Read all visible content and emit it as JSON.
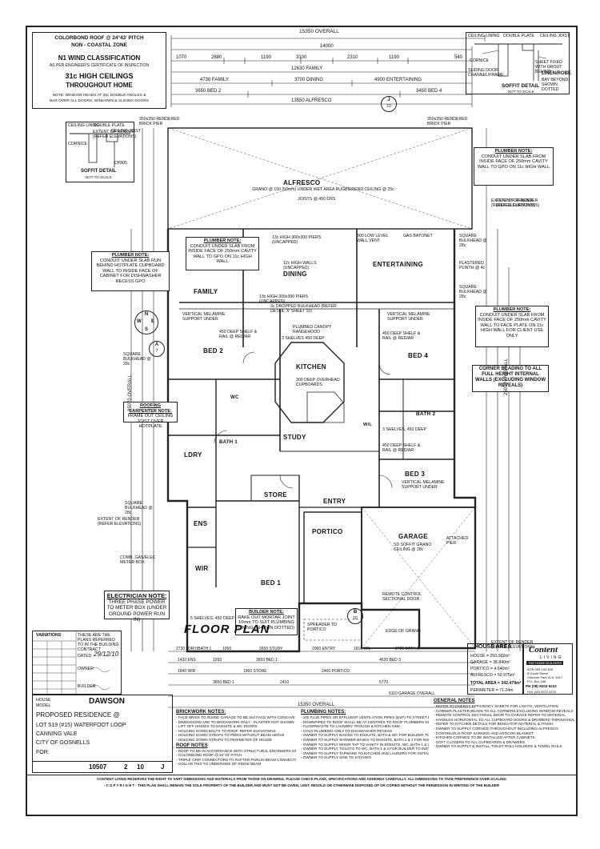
{
  "header": {
    "roof": "COLORBOND ROOF @ 24°43' PITCH",
    "zone": "NON - COASTAL ZONE",
    "wind": "N1 WIND CLASSIFICATION",
    "wind_sub": "AS PER ENGINEER'S CERTIFICATE OF INSPECTION",
    "ceilings": "31c HIGH CEILINGS",
    "ceilings_sub": "THROUGHOUT HOME",
    "note_1": "NOTE: WINDOW HEADS AT 25c DOUBLE ANGLES &",
    "note_2": "BAR OVER ALL DOORS, WINDOWS & SLIDING DOORS"
  },
  "dimensions": {
    "overall_top": "15350 OVERALL",
    "row_1": "14000",
    "row_2": [
      "1070",
      "2880",
      "1190",
      "3100",
      "2310",
      "1190",
      "540"
    ],
    "family": "12630 FAMILY",
    "row_3": [
      "4730 FAMILY",
      "3700 DINING",
      "4900 ENTERTAINING"
    ],
    "row_4": [
      "3650 BED 2",
      "3450 BED 4"
    ],
    "alfresco_dim": "13550 ALFRESCO",
    "overall_bottom": "15350 OVERALL",
    "garage_overall": "6110 GARAGE OVERALL",
    "right_overall": "25070 OVERALL",
    "left_overall": "25070 OVERALL",
    "bottom_row_1": [
      "2730 LDRY/BATH 1",
      "1050",
      "2650 STUDY",
      "2060 ENTRY",
      "1810 WIL",
      "2720 BATH 2"
    ],
    "bottom_row_2": [
      "1430 ENS",
      "1200",
      "3650 BED 1",
      "4620 BED 3"
    ],
    "bottom_row_3": [
      "1940 WIR",
      "1960 STORE",
      "2400 PORTICO"
    ],
    "bottom_row_4": [
      "3650 BED 1",
      "2410",
      "5770"
    ]
  },
  "soffit_right": {
    "labels": [
      "CEILING LINING",
      "DOUBLE PLATE",
      "CEILING JOIST",
      "CORNICE",
      "SHEET FIXED WITH GROUT BEHIND",
      "SLIDING DOOR CHANNEL/FRAME",
      "LINEN/ROBE",
      "BAY BEYOND SHOWN DOTTED"
    ],
    "title": "SOFFIT DETAIL",
    "sub": "NOT TO SCALE"
  },
  "soffit_left": {
    "labels": [
      "CEILING LINING",
      "DOUBLE PLATE",
      "CEILING JOIST",
      "CORNICE",
      "CP805"
    ],
    "title": "SOFFIT DETAIL",
    "sub": "NOT TO SCALE"
  },
  "brick_piers": [
    "350x350 RENDERED BRICK PIER",
    "350x350 RENDERED BRICK PIER"
  ],
  "notes": {
    "plumber_right": {
      "title": "PLUMBER NOTE:",
      "body": "CONDUIT UNDER SLAB FROM INSIDE FACE OF 250mm CAVITY WALL TO GPO ON 11c HIGH WALL"
    },
    "plumber_center": {
      "title": "PLUMBER NOTE:",
      "body": "CONDUIT UNDER SLAB FROM INSIDE FACE OF 250mm CAVITY WALL TO GPO ON 11c HIGH WALL"
    },
    "plumber_left": {
      "title": "PLUMBER NOTE:",
      "body": "CONDUIT UNDER SLAB RUN BEHIND HOTPLATE CUPBOARD WALL TO INSIDE FACE OF CABINET FOR DISHWASHER RECESS GPO"
    },
    "plumber_right_2": {
      "title": "PLUMBER NOTE:",
      "body": "CONDUIT UNDER SLAB FROM INSIDE FACE OF 250mm CAVITY WALL TO FACE PLATE ON 11c HIGH WALL FOR CLIENT USE ONLY"
    },
    "roofing": {
      "title": "ROOFING CARPENTER NOTE:",
      "body": "FRAME OUT CEILING JOIST OVER HOTPLATE"
    },
    "corner": {
      "title": "",
      "body": "CORNER BEADING TO ALL FULL HEIGHT INTERNAL WALLS (EXCLUDING WINDOW REVEALS)"
    },
    "electrician": {
      "title": "ELECTRICIAN NOTE:",
      "body": "THREE PHASE POWER TO METER BOX (UNDER GROUND POWER RUN IN)"
    },
    "builder": {
      "title": "BUILDER NOTE:",
      "body": "RAKE OUT MORTAR JOINT 10mm TO SUIT PLUMBING LINING (SHOWN DOTTED)"
    }
  },
  "alfresco": {
    "name": "ALFRESCO",
    "sub": "GRANO @ 150 (50mm) UNDER WET AREA RUGBIEREND CEILING @ 25c",
    "sub_2": "JOISTS @ 450 CRS"
  },
  "rooms": {
    "family": "FAMILY",
    "dining": "DINING",
    "entertaining": "ENTERTAINING",
    "kitchen": "KITCHEN",
    "bed2": "BED 2",
    "bed4": "BED 4",
    "bed3": "BED 3",
    "bed1": "BED 1",
    "study": "STUDY",
    "store": "STORE",
    "entry": "ENTRY",
    "ldry": "LDRY",
    "ens": "ENS",
    "wir": "WIR",
    "portico": "PORTICO",
    "garage": "GARAGE",
    "bath2": "BATH 2",
    "wil": "W/L"
  },
  "labels": {
    "ceiling_12c": "12c HIGH WALLS (UNCAPPED)",
    "piers_left": "13c HIGH 300x300 PIERS (UNCAPPED)",
    "piers_mid": "13c HIGH 300x300 PIERS (UNCAPPED)",
    "low_level": "300 LOW LEVEL WALL VENT",
    "gas": "GAS BAYONET",
    "bulkhead_1": "SQUARE BULKHEAD @ 28c",
    "bulkhead_2": "SQUARE BULKHEAD @ 28c",
    "bulkhead_3": "SQUARE BULKHEAD @ 28c",
    "bulkhead_4": "SQUARE BULKHEAD @ 28c",
    "plastered": "PLASTERED PLINTH @ 4c",
    "dropped": "3c DROPPED BULKHEAD (REFER DETAIL 'X' SHEET 10)",
    "canopy": "PLUMBED CANOPY RANGEHOOD",
    "shelves": "3 SHELVES 450 DEEP",
    "cupboards": "300 DEEP OVERHEAD CUPBOARDS",
    "melamine_1": "VERTICAL MELAMINE SUPPORT UNDER",
    "melamine_2": "VERTICAL MELAMINE SUPPORT UNDER",
    "melamine_3": "VERTICAL MELAMINE SUPPORT UNDER",
    "shelf_1": "450 DEEP SHELF & RAIL @ RED/AR",
    "shelf_2": "450 DEEP SHELF & RAIL @ RED/AR",
    "shelf_3": "450 DEEP SHELF & RAIL @ RED/AR",
    "garage_roof": "SD SOFFIT GRANO CEILING @ 28c",
    "attached": "ATTACHED PIER",
    "remote": "REMOTE CONTROL SECTIONAL DOOR",
    "edge": "EDGE OF GRANO",
    "spreader": "SPREADER TO PORTICO",
    "meter": "COMB. GAS/ELEC METER BOX",
    "wc": "WC",
    "ceiling_bath": "BATH 1",
    "shelves_3": "3 SHELVES, 450 DEEP",
    "shelves_5": "5 SHELVES, 450 DEEP"
  },
  "external": {
    "left_1": "EXTENT OF RENDER (REFER ELEVATIONS)",
    "left_2": "EXTENT OF RENDER (REFER ELEVATIONS)",
    "right_1": "EXTENT OF RENDER (REFER ELEVATIONS)",
    "right_2": "EXTENT OF RENDER (REFER ELEVATIONS)",
    "top": "EXTENT OF RENDER (REFER ELEVATIONS)"
  },
  "floor_plan": "FLOOR PLAN",
  "variations": {
    "title": "VARIATIONS",
    "note": "THESE ARE THE PLANS REFERRED TO IN THE BUILDING CONTRACT",
    "dated": "DATED",
    "date": "29/12/10",
    "owner": "OWNER",
    "builder": "BUILDER"
  },
  "project": {
    "house": "HOUSE",
    "model": "MODEL",
    "name": "DAWSON",
    "proposed": "PROPOSED RESIDENCE @",
    "lot": "LOT 519 (#15) WATERFOOT LOOP",
    "suburb": "CANNING VALE",
    "city": "CITY OF GOSNELLS",
    "for": "FOR:",
    "job": "10507",
    "sheet": "2",
    "of": "10",
    "rev": "J"
  },
  "house_area": {
    "title": "HOUSE AREA",
    "house": "HOUSE = 250.082m²",
    "garage": "GARAGE = 38.840m²",
    "portico": "PORTICO = 4.640m²",
    "alfresco": "ALFRESCO = 50.975m²",
    "total": "TOTAL AREA = 342.479m²",
    "perimeter": "PERIMETER = 71.24m"
  },
  "company": {
    "logo": "Content",
    "logo_sub": "LIVING",
    "tag": "THE HOME BUILDERS",
    "abn": "ACN 093 243 308",
    "address_1": "8 Gould Street",
    "address_2": "Osborne Park W.A. 6017",
    "address_3": "P.O. Box 168",
    "phone": "PH (08) 9202 5222",
    "fax": "FAX (08) 9202 5233"
  },
  "brickwork": {
    "title": "BRICKWORK NOTES:",
    "items": [
      "- FACE BRICK TO INSIDE GARAGE TO BE 2nd FACE WITH CONCAVE JOINT",
      "- DIMENSIONS ARE TO BRICKWORK ONLY - PLASTER NOT SHOWN",
      "- LIFT OFF HINGES TO ENSUITE & WC DOORS",
      "- HOLDING DOWN BOLTS TO ROOF, REFER ELEVATIONS",
      "- HOLDING DOWN STRAPS TO PIERS WITHOUT BEAM ABOVE",
      "- HOLDING DOWN STRAPS TO PERIMETER OF HOUSE"
    ]
  },
  "roof_notes": {
    "title": "ROOF NOTES",
    "items": [
      "- ROOF TO BE IN ACCORDANCE WITH STRUCTURAL ENGINEERS DETAILS",
      "- COLORBOND ROOF @ 24°43' PITCH",
      "- TRIPLE GRIP CONNECTORS TO RAFTER-PURLIN BEAM CONNECTIONS",
      "- COLLAR TIES TO UNDERSIDE OF RIDGE BEAM"
    ]
  },
  "plumbing": {
    "title": "PLUMBING NOTES:",
    "items": [
      "- 100 FLUE PIPES OR EFFLUENT VENTILATION PIPES (EVP) TO STREET ELEVATION",
      "- DOWNPIPES TO ROOF SHALL BE AT CENTRES TO ROOF PLUMBERS DISCRETION",
      "- FLOORWASTE TO LAUNDRY TROUGH & KITCHEN SINK",
      "- COLD PLUMBING ONLY TO DISHWASHER RECESS",
      "- OWNER TO SUPPLY BASINS TO ENSUITE, BATH & WC FOR BUILDER TO INSTALL",
      "- OWNER TO SUPPLY SHOWER BASES TO ENSUITE, BATH 1 & 2 FOR INSTALL",
      "- OWNER TO SUPPLY MIXER TAP TO VANITY IN ENSUITE, WC, BATH 1 & 2",
      "- OWNER TO SUPPLY TOILETS TO WC, BATH 1 & 2 FOR BUILDER TO INSTALL",
      "- OWNER TO SUPPLY TAPWARE TO KITCHEN AND LAUNDRY FOR INSTALL",
      "- OWNER TO SUPPLY SINK TO KITCHEN"
    ]
  },
  "general": {
    "title": "GENERAL NOTES",
    "items": [
      "- REFER TO ENERGY EFFICIENCY SHEETS FOR LIGHTS, VENTILATION",
      "- CORNER PLASTER BEADS TO ALL CORNERS EXCLUDING WINDOW REVEALS",
      "- REMOTE CONTROL SECTIONAL DOOR TO GARAGE REFER TO MATERIAL",
      "- HANDLES HORIZONTAL TO ALL CUPBOARD DOORS & DRAWERS THROUGHOUT",
      "- REFER TO KITCHEN DETAILS FOR BENCHTOP MATERIAL & FINISH",
      "- OWNER TO SUPPLY CORNICE THROUGHOUT INCLUDING ALFRESCO",
      "- CONTINUOUS ROOF SARKING AND ANTICON BLANKET",
      "- KITCHEN CORNICE TO BE INSTALLED AFTER CABINETS",
      "- SOFT CLOSERS TO ALL CUPBOARDS & DRAWERS",
      "- OWNER TO SUPPLY & INSTALL TOILET ROLL HOLDERS & TOWEL RAILS"
    ]
  },
  "copyright_1": "CONTENT LIVING RESERVES THE RIGHT TO VARY DIMENSIONS AND MATERIALS FROM THOSE ON DRAWING. PLEASE CHECK PLANS, SPECIFICATIONS AND ADDENDA CAREFULLY. ALL DIMENSIONS TO TAKE PREFERENCE OVER SCALING",
  "copyright_2": "- C O P Y R I G H T - THIS PLAN SHALL REMAIN THE SOLE PROPERTY OF THE BUILDER AND MUST NOT BE GIVEN, LENT, RESOLD OR OTHERWISE DISPOSED OF OR COPIED WITHOUT THE PERMISSION IN WRITING OF THE BUILDER",
  "compass": {
    "n": "N",
    "s": "S",
    "e": "E",
    "w": "W"
  },
  "section_marks": [
    "A",
    "7",
    "B",
    "10",
    "J",
    "10"
  ]
}
